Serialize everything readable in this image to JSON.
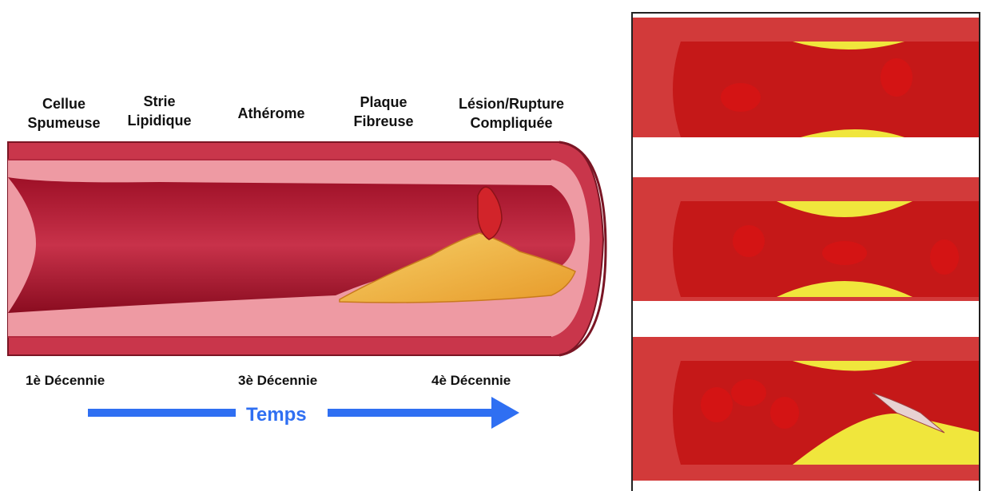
{
  "stages": [
    {
      "line1": "Cellue",
      "line2": "Spumeuse"
    },
    {
      "line1": "Strie",
      "line2": "Lipidique"
    },
    {
      "line1": "Athérome",
      "line2": ""
    },
    {
      "line1": "Plaque",
      "line2": "Fibreuse"
    },
    {
      "line1": "Lésion/Rupture",
      "line2": "Compliquée"
    }
  ],
  "decades": [
    "1è Décennie",
    "3è Décennie",
    "4è Décennie"
  ],
  "time_label": "Temps",
  "colors": {
    "vessel_wall": "#c8344a",
    "vessel_inner": "#e8868f",
    "lumen": "#b8122a",
    "plaque": "#f2c24a",
    "plaque_yellow": "#f0e63c",
    "blood_cell": "#d41414",
    "arrow": "#2f6ff2"
  }
}
